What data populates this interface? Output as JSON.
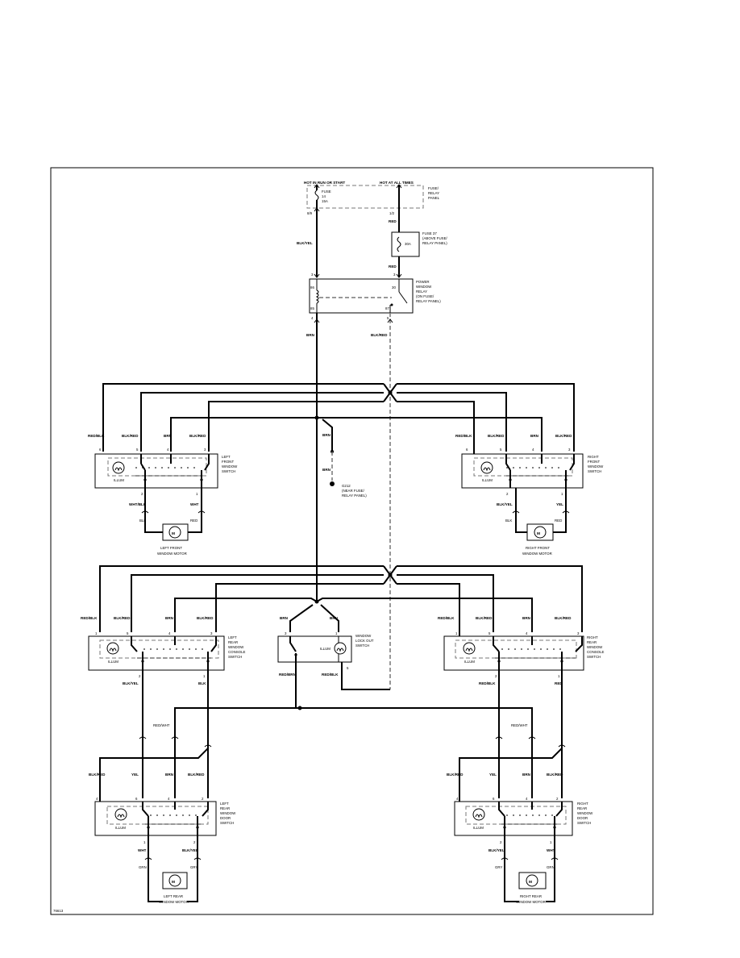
{
  "figure_id": "76613",
  "top": {
    "hot_run": "HOT IN RUN OR START",
    "hot_all": "HOT AT ALL TIMES",
    "fuse_relay_panel": [
      "FUSE/",
      "RELAY",
      "PANEL"
    ],
    "fuse_small": [
      "FUSE",
      "14",
      "15A"
    ],
    "pin_left": "8/9",
    "pin_right": "1/2",
    "fuse37_caption": [
      "FUSE 37",
      "(ABOVE FUSE/",
      "RELAY PANEL)"
    ],
    "fuse37_amp": "30A",
    "relay_caption": [
      "POWER",
      "WINDOW",
      "RELAY",
      "(ON FUSE/",
      "RELAY PANEL)"
    ],
    "relay_pins": [
      "3",
      "3",
      "86",
      "30",
      "85",
      "87",
      "4",
      "5"
    ],
    "wire_blk_yel": "BLK/YEL",
    "wire_red_1": "RED",
    "wire_red_2": "RED",
    "wire_brn": "BRN",
    "wire_blk_red": "BLK/RED"
  },
  "ground": {
    "wire_brn_1": "BRN",
    "wire_brn_2": "BRN",
    "caption": [
      "G212",
      "(NEAR FUSE/",
      "RELAY PANEL)"
    ]
  },
  "lf_switch": {
    "wires": [
      "RED/BLK",
      "BLK/RED",
      "BRN",
      "BLK/RED"
    ],
    "pins": [
      "6",
      "5",
      "4",
      "3"
    ],
    "illum": "ILLUM",
    "caption": [
      "LEFT",
      "FRONT",
      "WINDOW",
      "SWITCH"
    ],
    "bottom_pins": [
      "2",
      "1"
    ],
    "bottom_wires": [
      "WHT/BLK",
      "WHT"
    ],
    "motor_wires": [
      "BLK",
      "RED"
    ],
    "motor_caption": [
      "LEFT FRONT",
      "WINDOW MOTOR"
    ]
  },
  "rf_switch": {
    "wires": [
      "RED/BLK",
      "BLK/RED",
      "BRN",
      "BLK/RED"
    ],
    "pins": [
      "6",
      "5",
      "4",
      "3"
    ],
    "illum": "ILLUM",
    "caption": [
      "RIGHT",
      "FRONT",
      "WINDOW",
      "SWITCH"
    ],
    "bottom_pins": [
      "2",
      "1"
    ],
    "bottom_wires": [
      "BLK/YEL",
      "YEL"
    ],
    "motor_wires": [
      "BLK",
      "RED"
    ],
    "motor_caption": [
      "RIGHT FRONT",
      "WINDOW MOTOR"
    ]
  },
  "lr_console": {
    "wires": [
      "RED/BLK",
      "BLK/RED",
      "BRN",
      "BLK/RED"
    ],
    "pins": [
      "1",
      "5",
      "4",
      "3"
    ],
    "illum": "ILLUM",
    "caption": [
      "LEFT",
      "REAR",
      "WINDOW",
      "CONSOLE",
      "SWITCH"
    ],
    "bottom_pins": [
      "2",
      "1"
    ],
    "bottom_wires": [
      "BLK/YEL",
      "BLK"
    ]
  },
  "lockout": {
    "wires": [
      "BRN",
      "BRN"
    ],
    "pins": [
      "3",
      "1",
      "4",
      "5"
    ],
    "illum": "ILLUM",
    "caption": [
      "WINDOW",
      "LOCK OUT",
      "SWITCH"
    ],
    "bottom_wires": [
      "RED/BRN",
      "RED/BLK"
    ]
  },
  "rr_console": {
    "wires": [
      "RED/BLK",
      "BLK/RED",
      "BRN",
      "BLK/RED"
    ],
    "pins": [
      "1",
      "5",
      "4",
      "3"
    ],
    "illum": "ILLUM",
    "caption": [
      "RIGHT",
      "REAR",
      "WINDOW",
      "CONSOLE",
      "SWITCH"
    ],
    "bottom_pins": [
      "2",
      "1"
    ],
    "bottom_wires": [
      "RED/BLK",
      "RED"
    ]
  },
  "mid_wires": {
    "left": "RED/WHT",
    "right": "RED/WHT"
  },
  "lr_door": {
    "wires": [
      "BLK/RED",
      "YEL",
      "BRN",
      "BLK/RED"
    ],
    "pins": [
      "4",
      "6",
      "4",
      "2"
    ],
    "illum": "ILLUM",
    "caption": [
      "LEFT",
      "REAR",
      "WINDOW",
      "DOOR",
      "SWITCH"
    ],
    "bottom_pins": [
      "1",
      "2"
    ],
    "bottom_wires": [
      "WHT",
      "BLK/YEL"
    ],
    "motor_wires": [
      "GRN",
      "GRY"
    ],
    "motor_caption": [
      "LEFT REAR",
      "WINDOW MOTOR"
    ]
  },
  "rr_door": {
    "wires": [
      "BLK/RED",
      "YEL",
      "BRN",
      "BLK/RED"
    ],
    "pins": [
      "4",
      "6",
      "4",
      "2"
    ],
    "illum": "ILLUM",
    "caption": [
      "RIGHT",
      "REAR",
      "WINDOW",
      "DOOR",
      "SWITCH"
    ],
    "bottom_pins": [
      "2",
      "1"
    ],
    "bottom_wires": [
      "BLK/YEL",
      "WHT"
    ],
    "motor_wires": [
      "GRY",
      "GRN"
    ],
    "motor_caption": [
      "RIGHT REAR",
      "WINDOW MOTOR"
    ]
  },
  "motor_symbol": "M"
}
